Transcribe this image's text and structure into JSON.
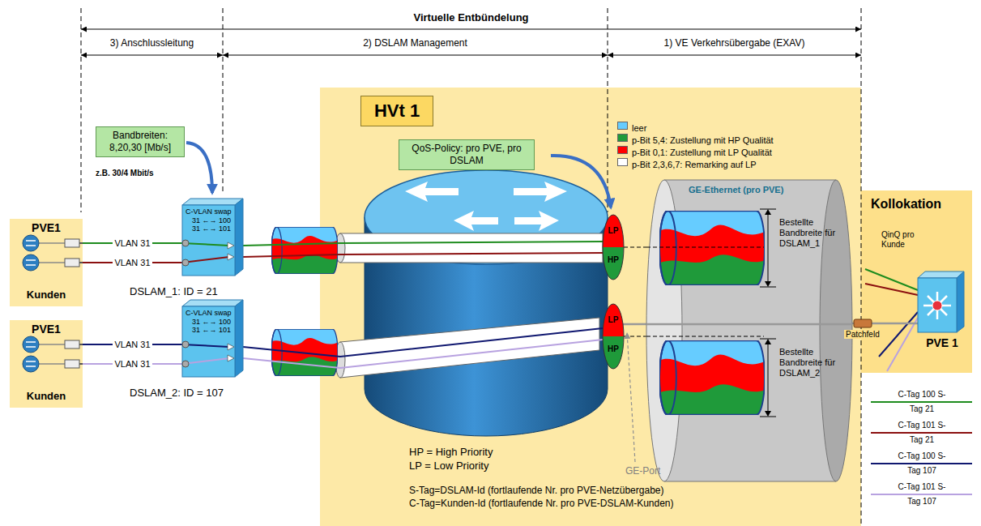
{
  "diagram": {
    "nodes": [
      {
        "text": [
          "HVt 1"
        ]
      },
      {
        "text": [
          "QoS-Policy: pro PVE, pro DSLAM"
        ],
        "in": 0
      },
      {
        "text": [
          "LP",
          "HP"
        ],
        "in": 0
      },
      {
        "text": [
          "LP",
          "HP"
        ],
        "in": 0
      },
      {
        "text": [
          "GE-Ethernet (pro PVE)"
        ],
        "in": 0
      },
      {
        "text": [
          "Bandbreiten: 8,20,30 [Mb/s]"
        ]
      },
      {
        "text": [
          "PVE1",
          "Kunden"
        ]
      },
      {
        "text": [
          "C-VLAN swap",
          "31 ←→ 100",
          "31 ←→ 101",
          "DSLAM_1: ID = 21"
        ]
      },
      {
        "text": [
          "PVE1",
          "Kunden"
        ]
      },
      {
        "text": [
          "C-VLAN swap",
          "31 ←→ 100",
          "31 ←→ 101",
          "DSLAM_2: ID = 107"
        ]
      },
      {
        "text": [
          "Kollokation"
        ]
      },
      {
        "text": [
          "PVE 1"
        ],
        "in": 10
      },
      {
        "text": [
          "Patchfeld"
        ]
      }
    ],
    "edges": [
      {
        "from": 6,
        "to": 7,
        "label": "VLAN 31",
        "arrow": "none"
      },
      {
        "from": 6,
        "to": 7,
        "label": "VLAN 31",
        "arrow": "none"
      },
      {
        "from": 8,
        "to": 9,
        "label": "VLAN 31",
        "arrow": "none"
      },
      {
        "from": 8,
        "to": 9,
        "label": "VLAN 31",
        "arrow": "none"
      },
      {
        "from": 7,
        "to": 2,
        "arrow": "none"
      },
      {
        "from": 7,
        "to": 2,
        "arrow": "none"
      },
      {
        "from": 9,
        "to": 3,
        "arrow": "none"
      },
      {
        "from": 9,
        "to": 3,
        "arrow": "none"
      },
      {
        "from": 12,
        "to": 11,
        "arrow": "none"
      }
    ],
    "labels": [
      "Virtuelle Entbündelung",
      "3) Anschlussleitung",
      "2) DSLAM Management",
      "1) VE Verkehrsübergabe (EXAV)",
      "z.B. 30/4 Mbit/s",
      "Bestellte Bandbreite für DSLAM_1",
      "Bestellte Bandbreite für DSLAM_2",
      "QinQ pro Kunde",
      "GE-Port",
      "HP = High Priority",
      "LP = Low Priority",
      "S-Tag=DSLAM-Id (fortlaufende Nr. pro PVE-Netzübergabe)",
      "C-Tag=Kunden-Id (fortlaufende Nr. pro PVE-DSLAM-Kunden)"
    ],
    "legend": [
      {
        "text": "leer",
        "color": "#66ccff"
      },
      {
        "text": "p-Bit 5,4: Zustellung mit HP Qualität",
        "color": "#1f9a3a"
      },
      {
        "text": "p-Bit 0,1: Zustellung mit LP Qualität",
        "color": "#ff0000"
      },
      {
        "text": "p-Bit 2,3,6,7: Remarking auf LP",
        "color": "#ffffff"
      },
      {
        "text": "C-Tag 100 S-Tag 21"
      },
      {
        "text": "C-Tag 101 S-Tag 21"
      },
      {
        "text": "C-Tag 100 S-Tag 107"
      },
      {
        "text": "C-Tag 101 S-Tag 107"
      }
    ]
  }
}
